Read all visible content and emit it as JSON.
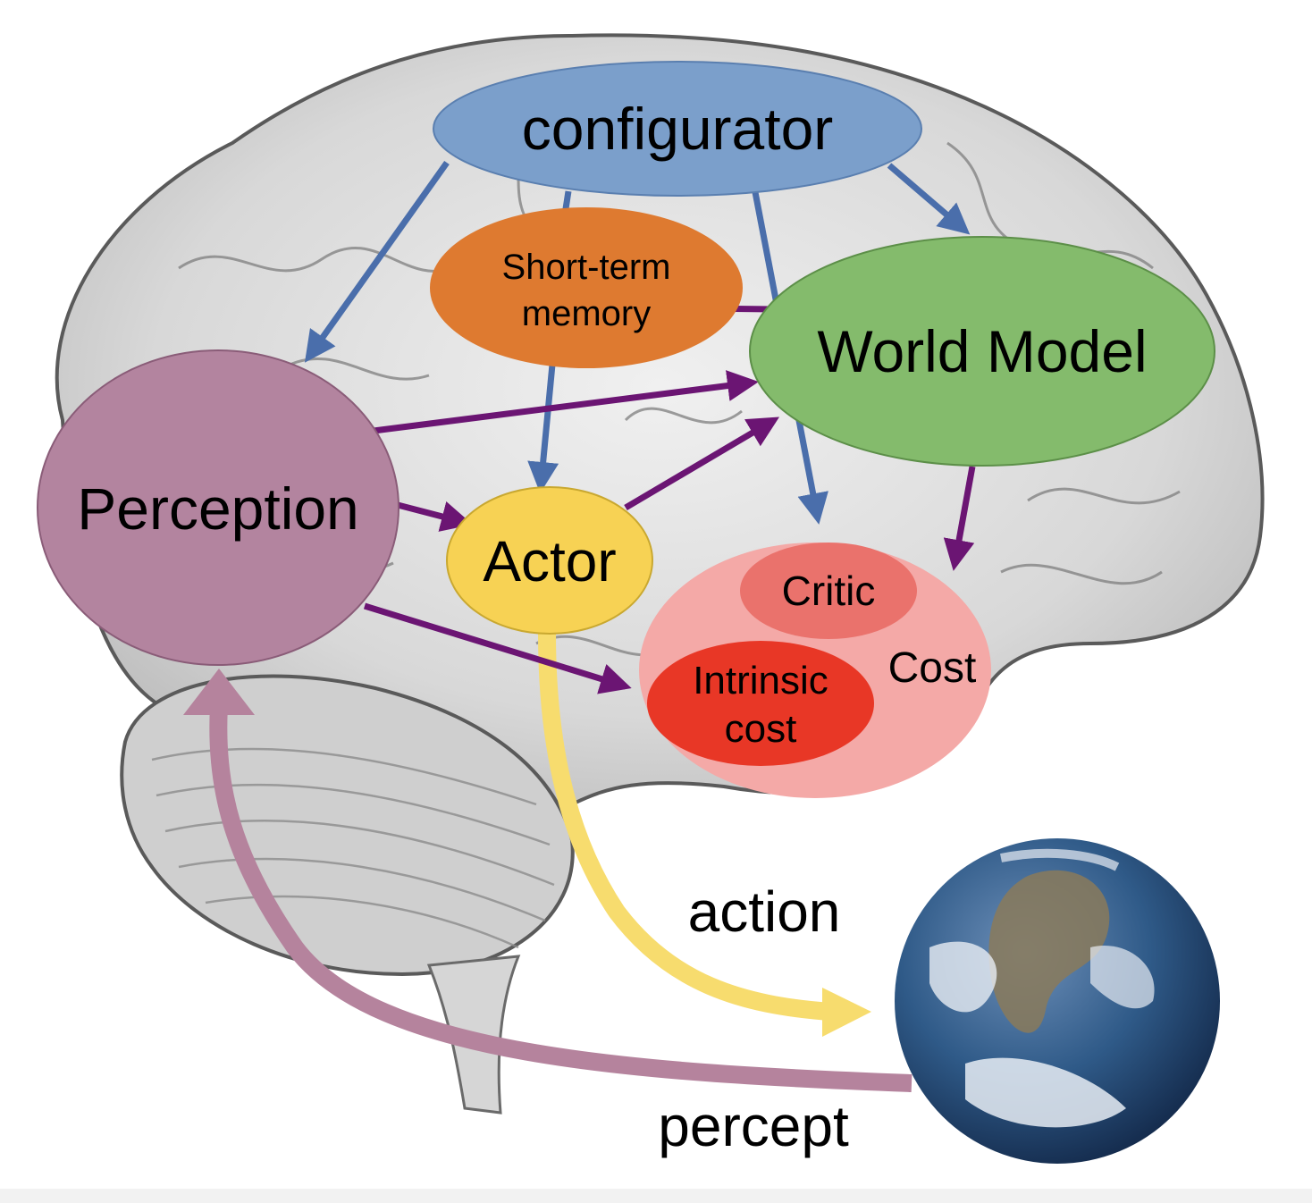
{
  "nodes": {
    "configurator": {
      "label": "configurator",
      "color": "#7b9fcb"
    },
    "short_term_memory": {
      "line1": "Short-term",
      "line2": "memory",
      "color": "#de7a30"
    },
    "world_model": {
      "label": "World Model",
      "color": "#84bb6c"
    },
    "perception": {
      "label": "Perception",
      "color": "#b3849f"
    },
    "actor": {
      "label": "Actor",
      "color": "#f7d254"
    },
    "cost": {
      "label": "Cost",
      "color": "#f4a9a7"
    },
    "critic": {
      "label": "Critic",
      "color": "#ea726c"
    },
    "intrinsic_cost": {
      "line1": "Intrinsic",
      "line2": "cost",
      "color": "#e83726"
    }
  },
  "flows": {
    "action": {
      "label": "action",
      "color": "#f7dc6e"
    },
    "percept": {
      "label": "percept",
      "color": "#b5839d"
    }
  },
  "edge_colors": {
    "configurator_edges": "#4a6eab",
    "data_edges": "#6b1573"
  },
  "background": {
    "brain_sketch_color": "#8a8a8a",
    "earth_ocean": "#2f5a88",
    "earth_cloud": "#e8edf4",
    "earth_land": "#8a7a5a"
  }
}
